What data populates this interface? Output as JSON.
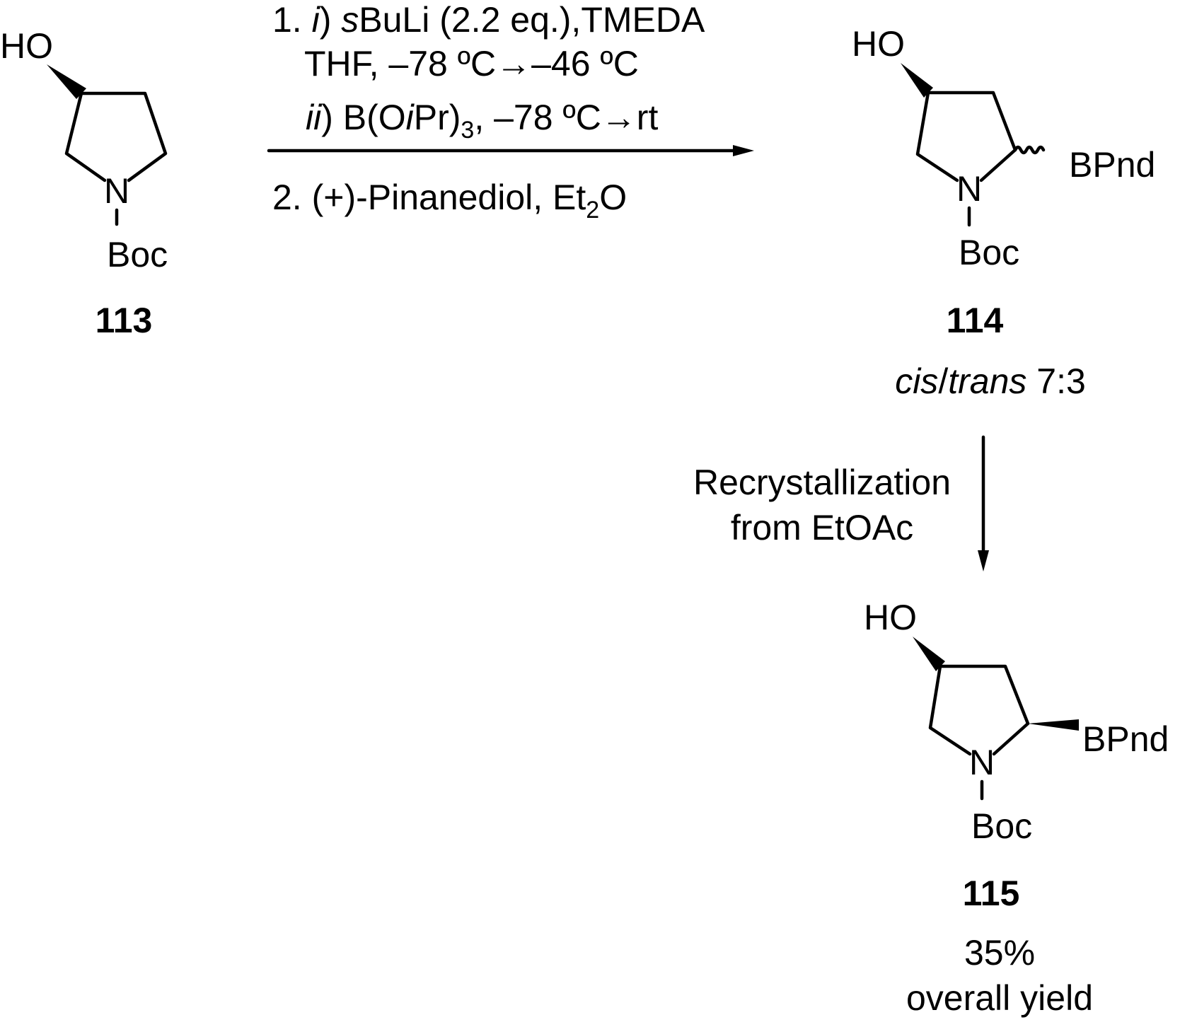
{
  "compounds": {
    "c113": {
      "label": "113",
      "hydroxyl": "HO",
      "nitrogen": "N",
      "protecting_group": "Boc"
    },
    "c114": {
      "label": "114",
      "hydroxyl": "HO",
      "nitrogen": "N",
      "protecting_group": "Boc",
      "boron_group": "BPnd",
      "ratio_cis": "cis",
      "ratio_sep": "/",
      "ratio_trans": "trans",
      "ratio_value": " 7:3"
    },
    "c115": {
      "label": "115",
      "hydroxyl": "HO",
      "nitrogen": "N",
      "protecting_group": "Boc",
      "boron_group": "BPnd",
      "yield_value": "35%",
      "yield_text": "overall yield"
    }
  },
  "reaction1": {
    "step1_num": "1. ",
    "step1_i": "i",
    "step1_paren": ") ",
    "step1_s": "s",
    "step1_reagent": "BuLi (2.2 eq.),TMEDA",
    "step1_line2": "THF, –78 ºC→–46 ºC",
    "step1_ii": "ii",
    "step1_b": ") B(O",
    "step1_ipr_i": "i",
    "step1_pr": "Pr)",
    "step1_sub3": "3",
    "step1_rest": ", –78 ºC→rt",
    "step2_text": "2. (+)-Pinanediol, Et",
    "step2_sub2": "2",
    "step2_o": "O"
  },
  "reaction2": {
    "line1": "Recrystallization",
    "line2": "from EtOAc"
  }
}
